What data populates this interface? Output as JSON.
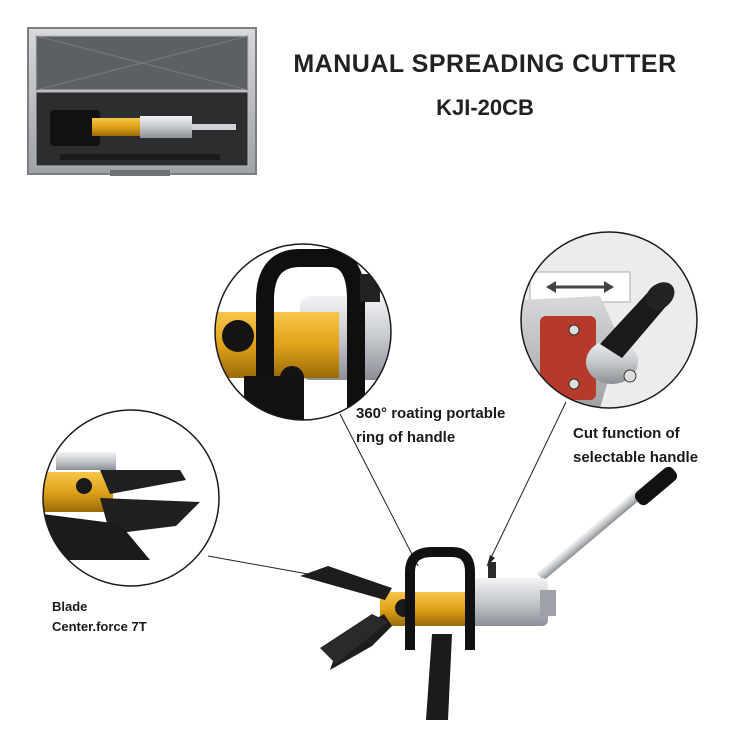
{
  "header": {
    "title": "MANUAL SPREADING CUTTER",
    "model": "KJI-20CB"
  },
  "callouts": {
    "ring_line1": "360° roating portable",
    "ring_line2": "ring of handle",
    "cut_line1": "Cut function of",
    "cut_line2": "selectable handle",
    "blade_line1": "Blade",
    "blade_line2": "Center.force 7T"
  },
  "colors": {
    "gold": "#e0a21a",
    "steel": "#c9ccd1",
    "black": "#151515",
    "red": "#b53a2a"
  }
}
